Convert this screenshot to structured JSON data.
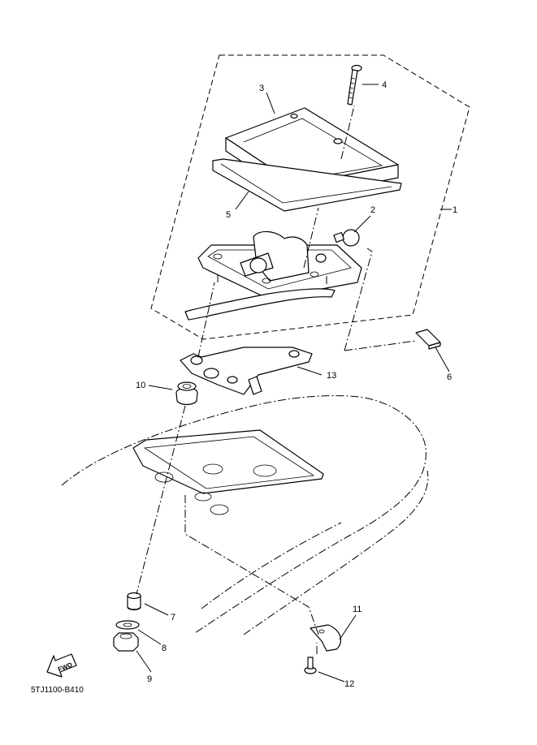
{
  "diagram": {
    "drawing_code": "5TJ1100-B410",
    "fwd_label": "FWD",
    "callouts": [
      {
        "id": "c1",
        "label": "1"
      },
      {
        "id": "c2",
        "label": "2"
      },
      {
        "id": "c3",
        "label": "3"
      },
      {
        "id": "c4",
        "label": "4"
      },
      {
        "id": "c5",
        "label": "5"
      },
      {
        "id": "c6",
        "label": "6"
      },
      {
        "id": "c7",
        "label": "7"
      },
      {
        "id": "c8",
        "label": "8"
      },
      {
        "id": "c9",
        "label": "9"
      },
      {
        "id": "c10",
        "label": "10"
      },
      {
        "id": "c11",
        "label": "11"
      },
      {
        "id": "c12",
        "label": "12"
      },
      {
        "id": "c13",
        "label": "13"
      }
    ]
  }
}
